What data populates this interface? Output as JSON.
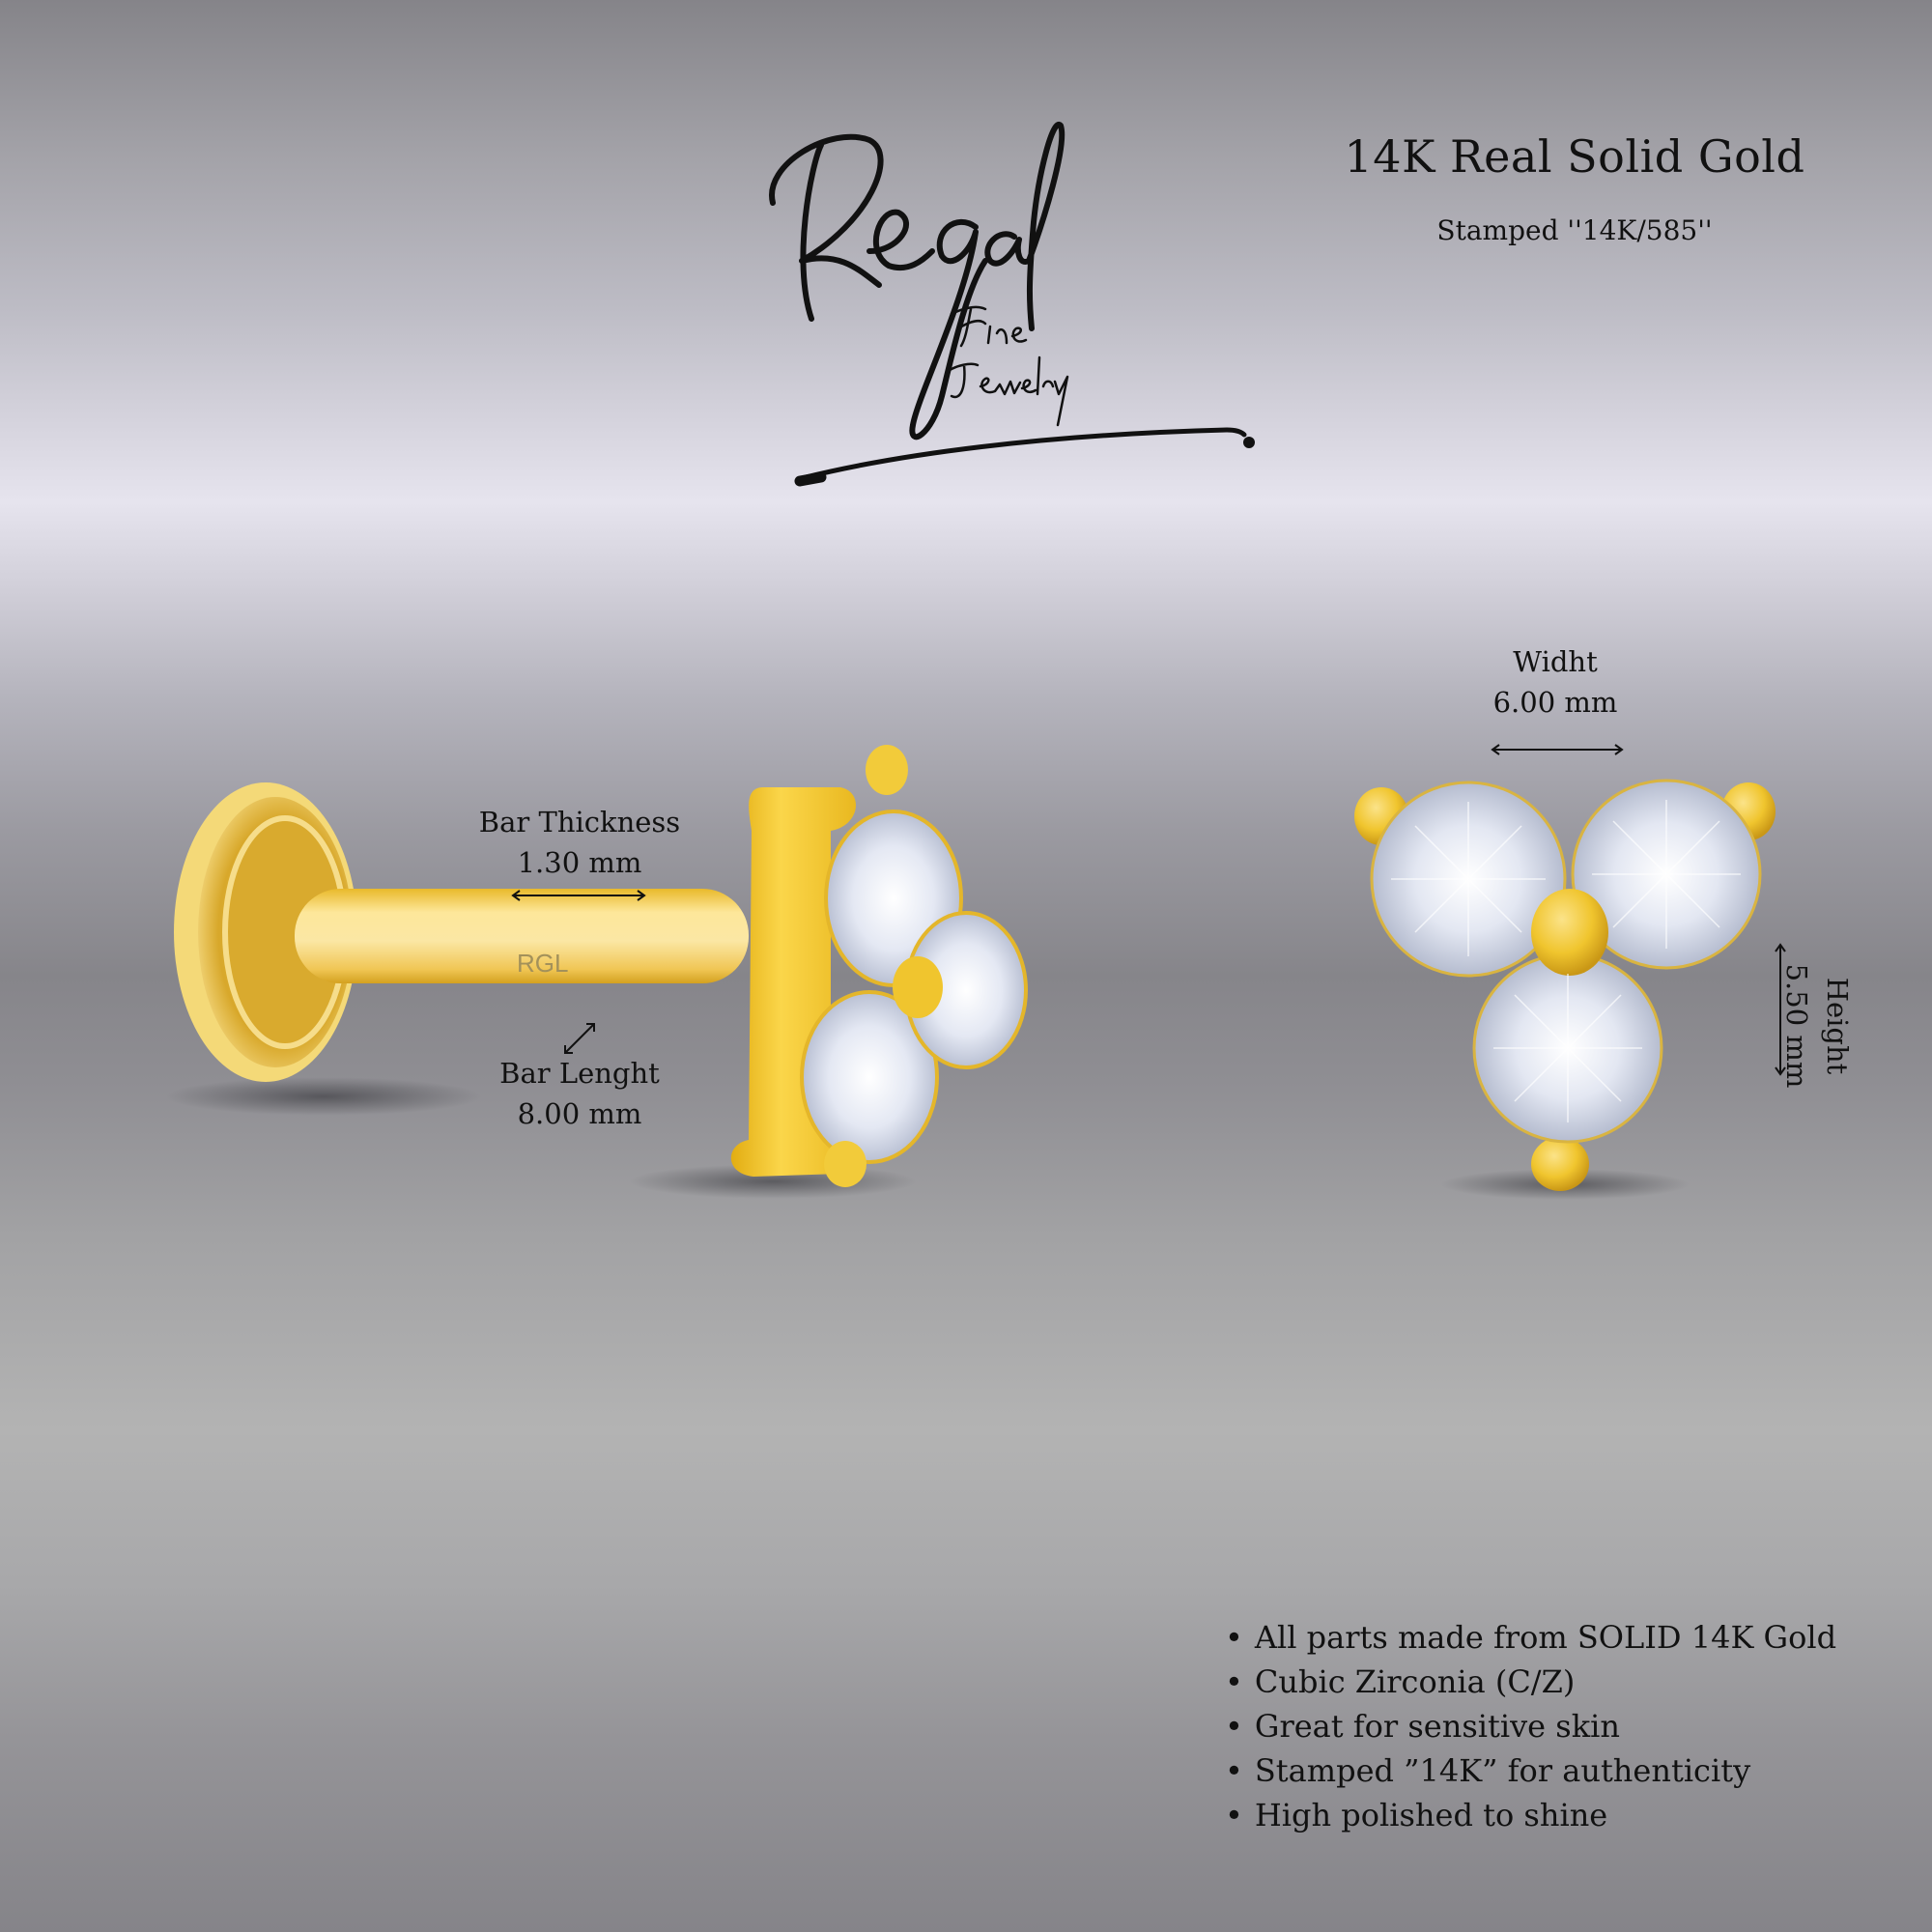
{
  "brand": {
    "logo_main": "Regal",
    "logo_sub1": "Fine",
    "logo_sub2": "Jewelry"
  },
  "header": {
    "title": "14K Real Solid Gold",
    "subtitle": "Stamped ''14K/585''"
  },
  "side_view": {
    "bar_thickness_label": "Bar Thickness",
    "bar_thickness_value": "1.30 mm",
    "bar_length_label": "Bar Lenght",
    "bar_length_value": "8.00 mm",
    "engraving": "RGL"
  },
  "front_view": {
    "width_label": "Widht",
    "width_value": "6.00 mm",
    "height_label": "Height",
    "height_value": "5.50 mm"
  },
  "features": [
    "All parts made from SOLID 14K Gold",
    "Cubic Zirconia (C/Z)",
    "Great for sensitive skin",
    "Stamped  ”14K” for authenticity",
    "High polished to shine"
  ],
  "colors": {
    "gold": "#f0c52e",
    "gold_light": "#fbe38a",
    "gold_dark": "#c99a16",
    "stone": "#e8ecf6",
    "text": "#111111",
    "bg_light": "#e6e4ee",
    "bg_dark": "#86858a"
  }
}
